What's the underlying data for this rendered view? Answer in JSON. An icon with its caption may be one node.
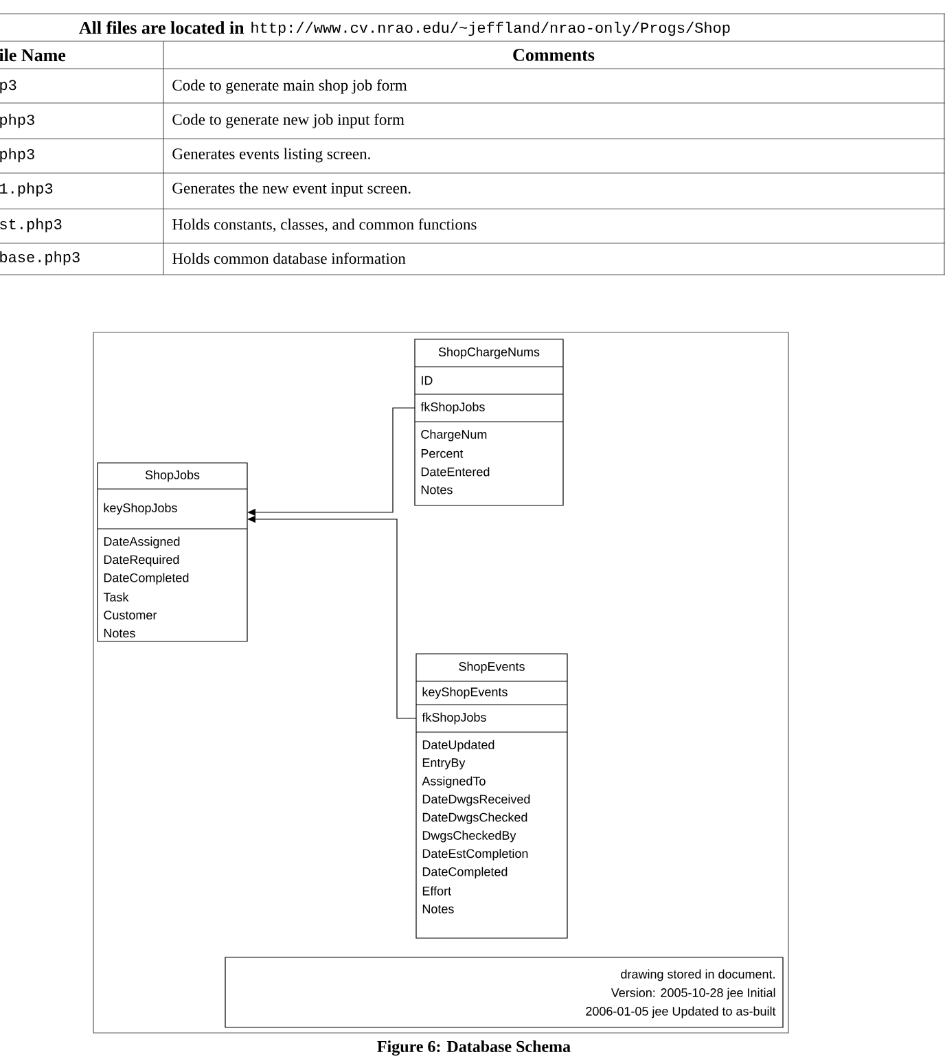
{
  "diagram": {
    "caption": "Figure 6: Database Schema",
    "nodes": [
      {
        "text": [
          "ShopChargeNums",
          "ID",
          "fkShopJobs",
          "ChargeNum",
          "Percent",
          "DateEntered",
          "Notes"
        ]
      },
      {
        "text": [
          "ShopJobs",
          "keyShopJobs",
          "DateAssigned",
          "DateRequired",
          "DateCompleted",
          "Task",
          "Customer",
          "Notes"
        ]
      },
      {
        "text": [
          "ShopEvents",
          "keyShopEvents",
          "fkShopJobs",
          "DateUpdated",
          "EntryBy",
          "AssignedTo",
          "DateDwgsReceived",
          "DateDwgsChecked",
          "DwgsCheckedBy",
          "DateEstCompletion",
          "DateCompleted",
          "Effort",
          "Notes"
        ]
      },
      {
        "text": [
          "drawing stored in document.",
          "Version:  2005-10-28 jee Initial",
          "2006-01-05 jee Updated to as-built"
        ]
      }
    ],
    "edges": [
      {
        "from": 0,
        "to": 1,
        "arrow": "to"
      },
      {
        "from": 2,
        "to": 1,
        "arrow": "to"
      }
    ],
    "labels": [
      "All files are located in",
      "http://www.cv.nrao.edu/~jeffland/nrao-only/Progs/Shop",
      "ile Name",
      "Comments",
      "p3",
      "Code to generate main shop job form",
      "php3",
      "Code to generate new job input form",
      "php3",
      "Generates events listing screen.",
      "1.php3",
      "Generates the new event input screen.",
      "st.php3",
      "Holds constants, classes, and common functions",
      "base.php3",
      "Holds common database information"
    ]
  }
}
